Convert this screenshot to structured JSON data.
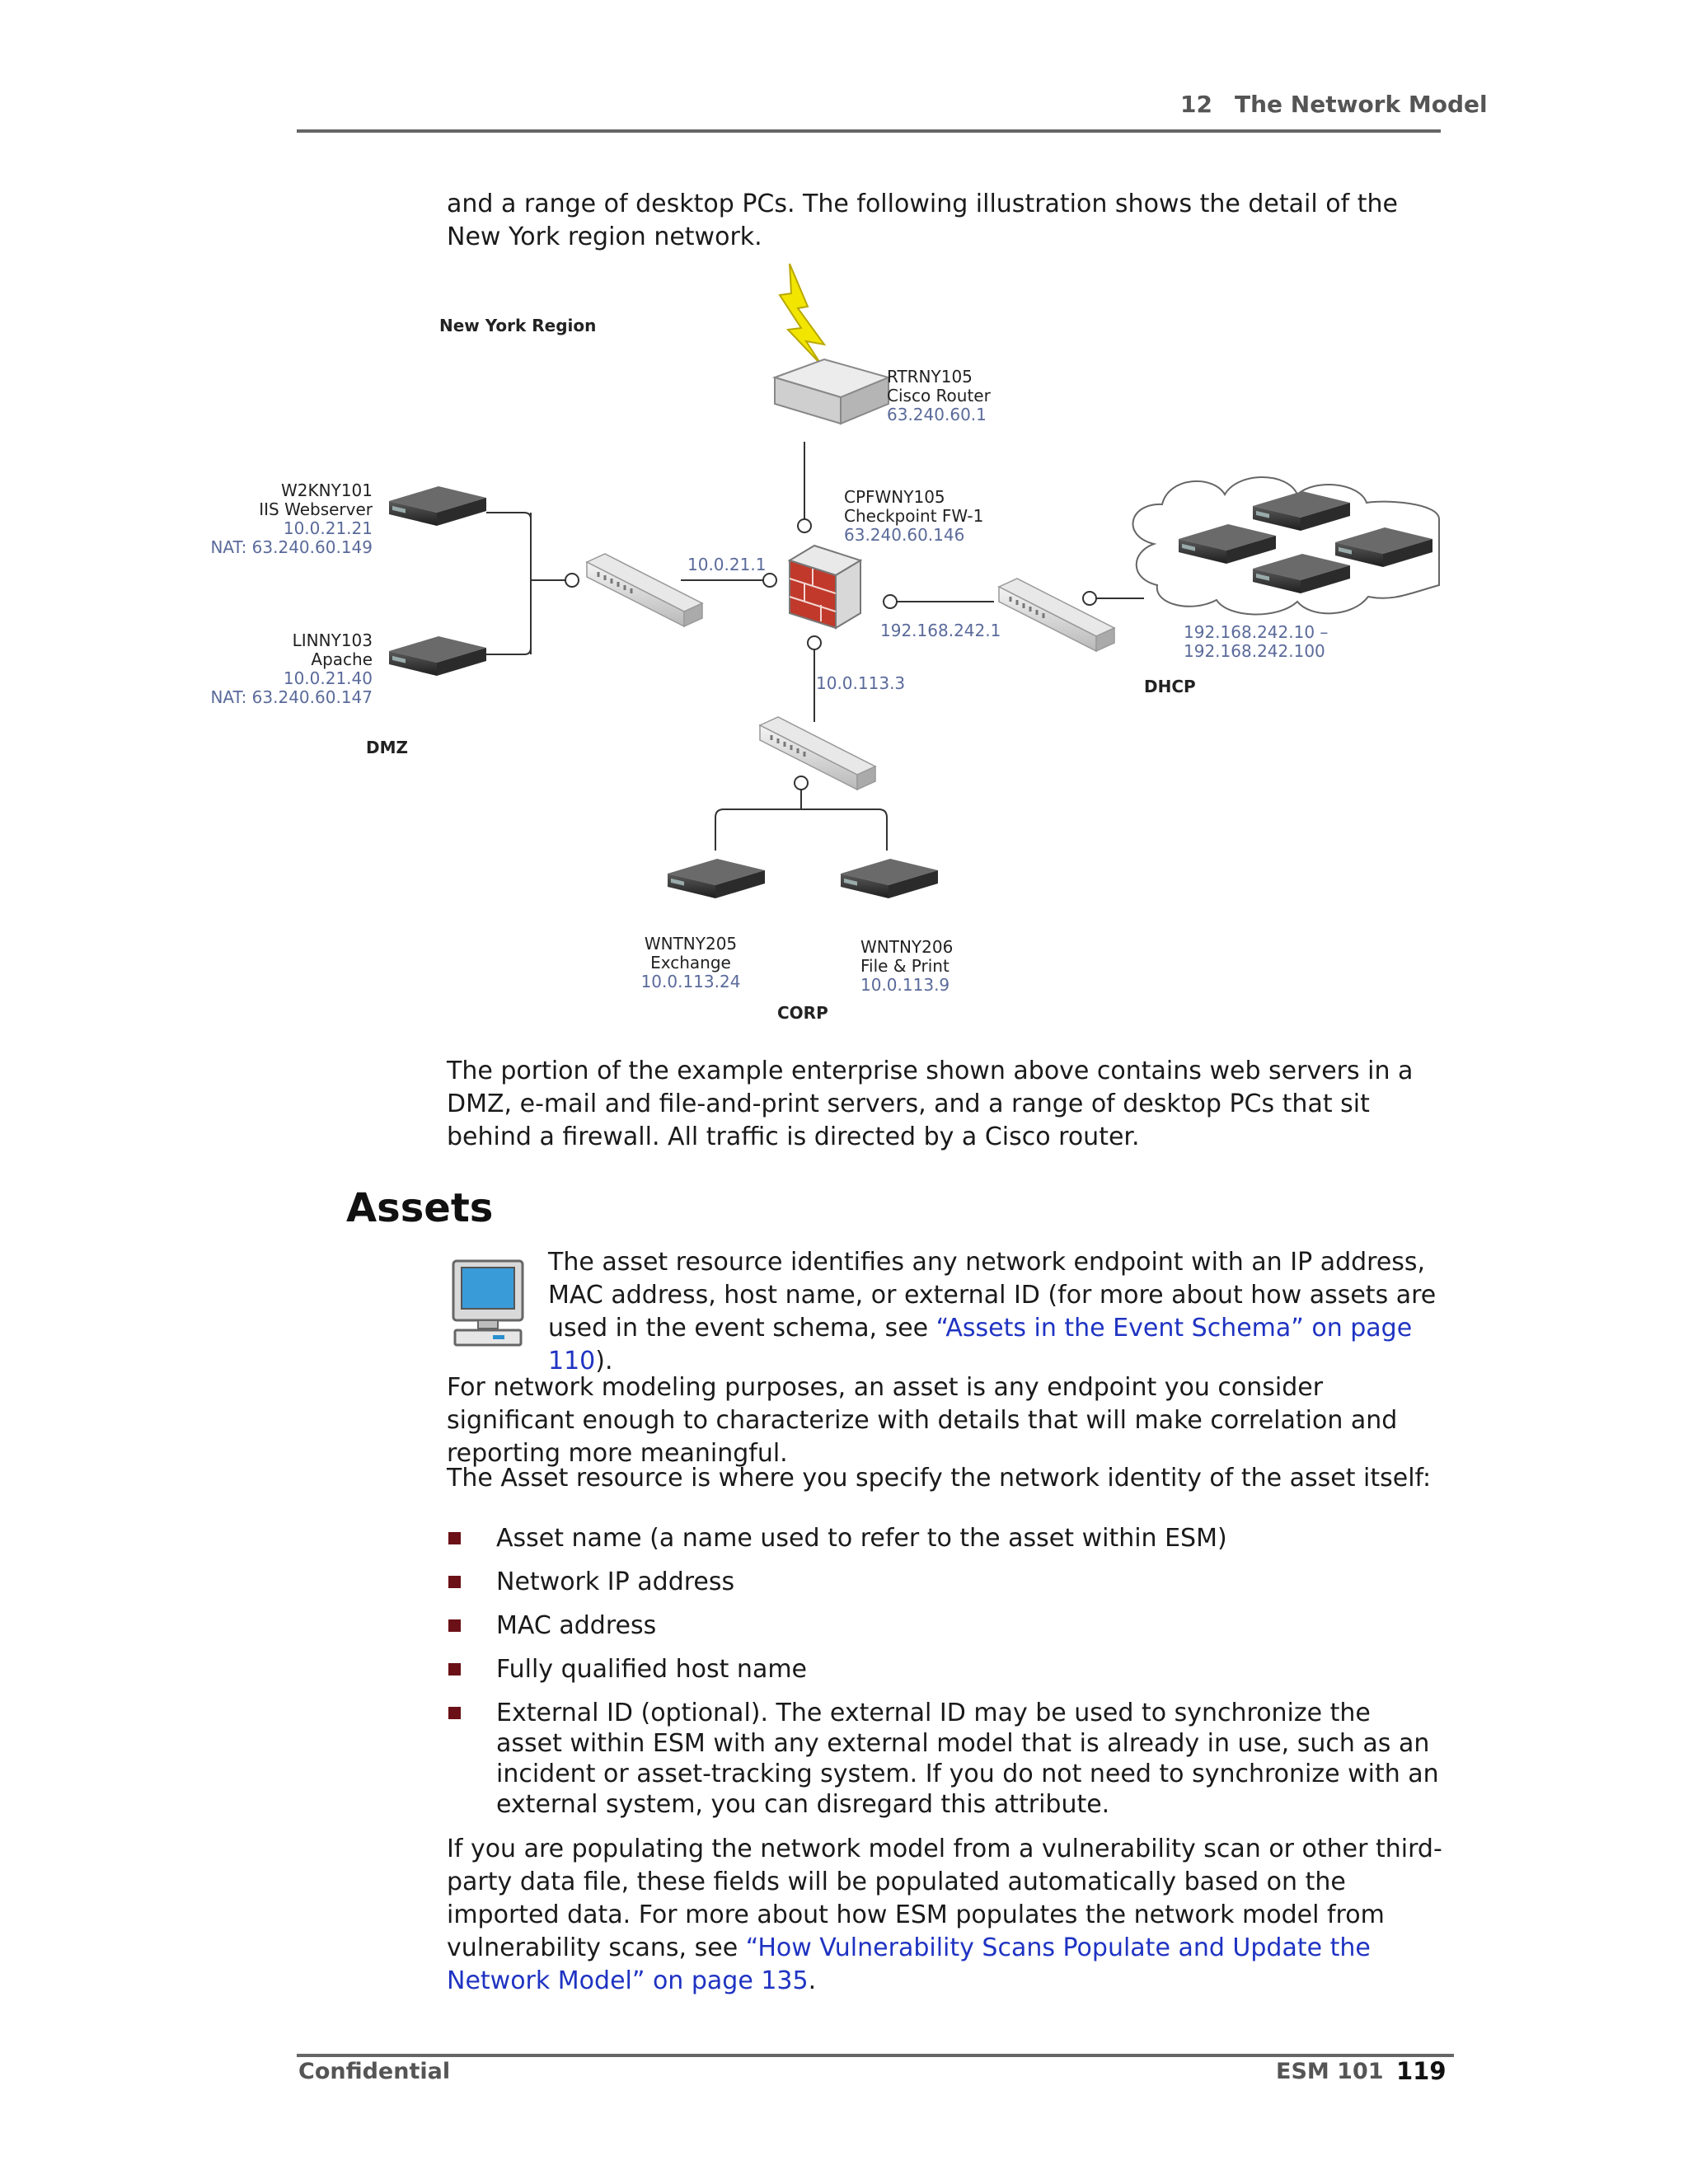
{
  "header": {
    "chapter_number": "12",
    "chapter_title": "The Network Model"
  },
  "intro_text": "and a range of desktop PCs. The following illustration shows the detail of the New York region network.",
  "diagram": {
    "region_title": "New York Region",
    "router": {
      "name": "RTRNY105",
      "type": "Cisco Router",
      "ip": "63.240.60.1"
    },
    "firewall": {
      "name": "CPFWNY105",
      "type": "Checkpoint FW-1",
      "ip": "63.240.60.146"
    },
    "firewall_dmz_ip": "10.0.21.1",
    "firewall_dhcp_ip": "192.168.242.1",
    "firewall_corp_ip": "10.0.113.3",
    "dmz_servers": [
      {
        "name": "W2KNY101",
        "type": "IIS Webserver",
        "ip": "10.0.21.21",
        "nat": "NAT: 63.240.60.149"
      },
      {
        "name": "LINNY103",
        "type": "Apache",
        "ip": "10.0.21.40",
        "nat": "NAT: 63.240.60.147"
      }
    ],
    "dmz_label": "DMZ",
    "dhcp_range_start": "192.168.242.10 –",
    "dhcp_range_end": "192.168.242.100",
    "dhcp_label": "DHCP",
    "corp_servers": [
      {
        "name": "WNTNY205",
        "type": "Exchange",
        "ip": "10.0.113.24"
      },
      {
        "name": "WNTNY206",
        "type": "File & Print",
        "ip": "10.0.113.9"
      }
    ],
    "corp_label": "CORP"
  },
  "after_diagram_text": "The portion of the example enterprise shown above contains web servers in a DMZ, e-mail and file-and-print servers, and a range of desktop PCs that sit behind a firewall. All traffic is directed by a Cisco router.",
  "assets_heading": "Assets",
  "assets_note": {
    "before_link": "The asset resource identifies any network endpoint with an IP address, MAC address, host name, or external ID (for more about how assets are used in the event schema, see ",
    "link": "“Assets in the Event Schema” on page 110",
    "after_link": ")."
  },
  "para_modeling": "For network modeling purposes, an asset is any endpoint you consider significant enough to characterize with details that will make correlation and reporting more meaningful.",
  "para_identity": "The Asset resource is where you specify the network identity of the asset itself:",
  "bullets": [
    "Asset name (a name used to refer to the asset within ESM)",
    "Network IP address",
    "MAC address",
    "Fully qualified host name",
    "External ID (optional). The external ID may be used to synchronize the asset within ESM with any external model that is already in use, such as an incident or asset-tracking system. If you do not need to synchronize with an external system, you can disregard this attribute."
  ],
  "para_populating": {
    "before_link": "If you are populating the network model from a vulnerability scan or other third-party data file, these fields will be populated automatically based on the imported data. For more about how ESM populates the network model from vulnerability scans, see ",
    "link": "“How Vulnerability Scans Populate and Update the Network Model” on page 135",
    "after_link": "."
  },
  "footer": {
    "left": "Confidential",
    "doc_title": "ESM 101",
    "page_number": "119"
  },
  "colors": {
    "link": "#1f33c2",
    "bullet": "#6b1017",
    "ip_text": "#5a6a9a",
    "firewall": "#c0392b",
    "lightning": "#f2e600"
  }
}
